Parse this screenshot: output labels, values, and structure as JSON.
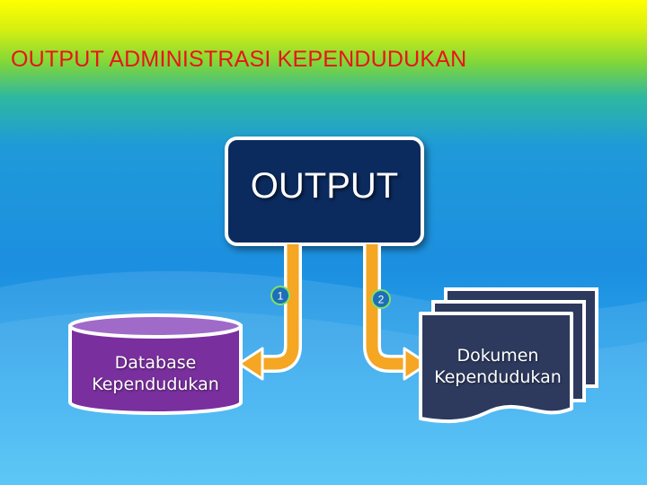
{
  "slide": {
    "title": "OUTPUT  ADMINISTRASI KEPENDUDUKAN",
    "title_color": "#e8141c"
  },
  "diagram": {
    "center_box": {
      "label": "OUTPUT",
      "fill": "#0b2a5e"
    },
    "branches": [
      {
        "badge": "1",
        "target": "database"
      },
      {
        "badge": "2",
        "target": "document"
      }
    ],
    "database": {
      "line1": "Database",
      "line2": "Kependudukan",
      "fill": "#7a2f9e"
    },
    "document": {
      "line1": "Dokumen",
      "line2": "Kependudukan",
      "fill": "#2d3a5e"
    },
    "arrow_color": "#f5a623"
  }
}
